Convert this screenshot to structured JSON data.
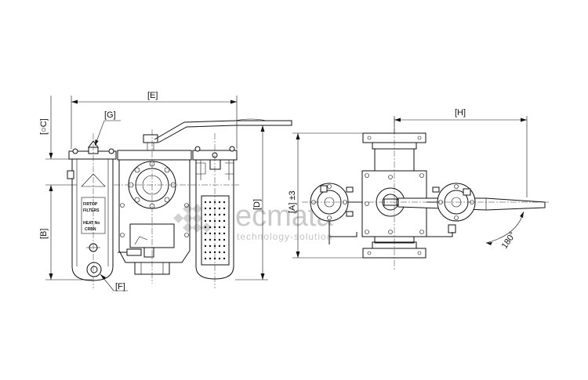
{
  "dimensions": {
    "E": "[E]",
    "C": "[○C]",
    "G": "[G]",
    "B": "[B]",
    "F": "[F]",
    "D": "[D]",
    "A": "[A] ±3",
    "H": "[H]",
    "angle": "180°"
  },
  "nameplate": {
    "line1": "FIRTOP",
    "line2": "FILTERS",
    "line3": "HEAT No",
    "line4": "CRBN"
  },
  "watermark": {
    "brand": "ecmata",
    "tagline": "technology-solution"
  }
}
